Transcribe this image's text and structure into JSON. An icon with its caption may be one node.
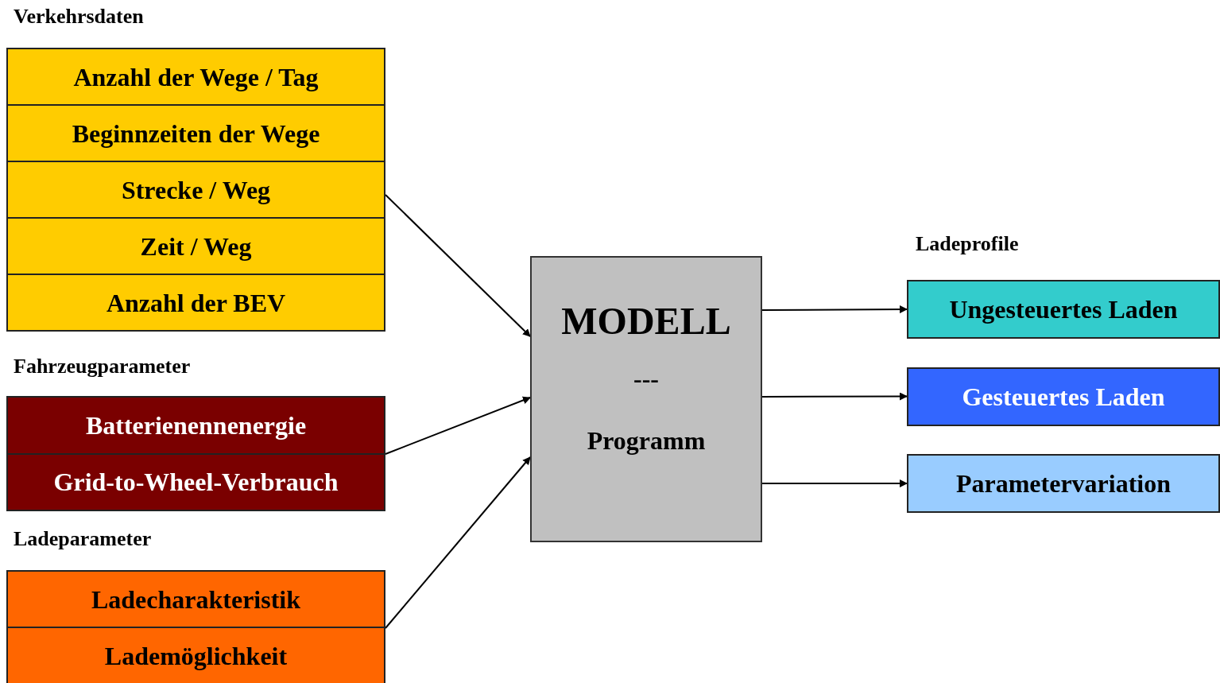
{
  "diagram": {
    "nodes": [
      {
        "text": [
          "Verkehrsdaten"
        ]
      },
      {
        "text": [
          "Anzahl der Wege / Tag"
        ],
        "in": 0
      },
      {
        "text": [
          "Beginnzeiten der Wege"
        ],
        "in": 0
      },
      {
        "text": [
          "Strecke / Weg"
        ],
        "in": 0
      },
      {
        "text": [
          "Zeit / Weg"
        ],
        "in": 0
      },
      {
        "text": [
          "Anzahl der BEV"
        ],
        "in": 0
      },
      {
        "text": [
          "Fahrzeugparameter"
        ]
      },
      {
        "text": [
          "Batterienennenergie"
        ],
        "in": 6
      },
      {
        "text": [
          "Grid-to-Wheel-Verbrauch"
        ],
        "in": 6
      },
      {
        "text": [
          "Ladeparameter"
        ]
      },
      {
        "text": [
          "Ladecharakteristik"
        ],
        "in": 9
      },
      {
        "text": [
          "Lademöglichkeit"
        ],
        "in": 9
      },
      {
        "text": [
          "MODELL",
          "---",
          "Programm"
        ]
      },
      {
        "text": [
          "Ladeprofile"
        ]
      },
      {
        "text": [
          "Ungesteuertes Laden"
        ],
        "in": 13
      },
      {
        "text": [
          "Gesteuertes Laden"
        ],
        "in": 13
      },
      {
        "text": [
          "Parametervariation"
        ],
        "in": 13
      }
    ],
    "edges": [
      {
        "from": 0,
        "to": 12,
        "arrow": "to"
      },
      {
        "from": 6,
        "to": 12,
        "arrow": "to"
      },
      {
        "from": 9,
        "to": 12,
        "arrow": "to"
      },
      {
        "from": 12,
        "to": 14,
        "arrow": "to"
      },
      {
        "from": 12,
        "to": 15,
        "arrow": "to"
      },
      {
        "from": 12,
        "to": 16,
        "arrow": "to"
      }
    ]
  }
}
